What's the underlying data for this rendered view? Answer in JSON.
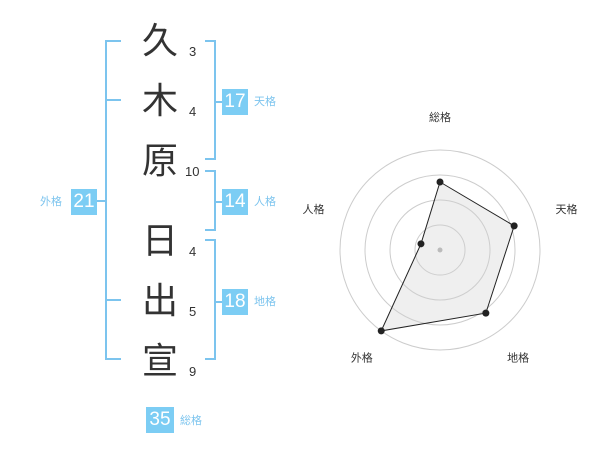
{
  "name_chars": [
    {
      "char": "久",
      "strokes": "3"
    },
    {
      "char": "木",
      "strokes": "4"
    },
    {
      "char": "原",
      "strokes": "10"
    },
    {
      "char": "日",
      "strokes": "4"
    },
    {
      "char": "出",
      "strokes": "5"
    },
    {
      "char": "宣",
      "strokes": "9"
    }
  ],
  "fortunes": {
    "tenkaku": {
      "label": "天格",
      "value": "17"
    },
    "jinkaku": {
      "label": "人格",
      "value": "14"
    },
    "chikaku": {
      "label": "地格",
      "value": "18"
    },
    "gaikaku": {
      "label": "外格",
      "value": "21"
    },
    "soukaku": {
      "label": "総格",
      "value": "35"
    }
  },
  "colors": {
    "accent": "#7ccdf4",
    "text": "#333333",
    "ring": "#cccccc",
    "fill": "#f0f0f0"
  },
  "chart_data": {
    "type": "radar",
    "axes": [
      "総格",
      "天格",
      "地格",
      "外格",
      "人格"
    ],
    "values": [
      0.68,
      0.78,
      0.78,
      1.0,
      0.2
    ],
    "scale_max": 1,
    "rings": 4
  }
}
